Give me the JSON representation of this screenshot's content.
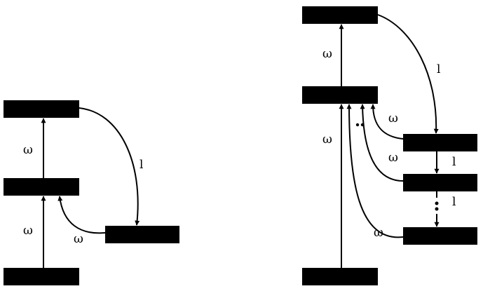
{
  "colors": {
    "ink": "#000000",
    "background": "#ffffff"
  },
  "left_diagram": {
    "levels": [
      "ground",
      "middle",
      "top",
      "side"
    ],
    "labels": {
      "excite_lower": "ω",
      "excite_upper": "ω",
      "decay": "l",
      "return": "ω"
    }
  },
  "right_diagram": {
    "levels": [
      "ground",
      "middle",
      "top",
      "side_1",
      "side_2",
      "side_n"
    ],
    "labels": {
      "excite_lower": "ω",
      "excite_upper": "ω",
      "decay_top": "l",
      "decay_step": "l",
      "decay_continued": "l",
      "return_1": "ω",
      "return_2": "ω",
      "return_n": "ω"
    }
  }
}
